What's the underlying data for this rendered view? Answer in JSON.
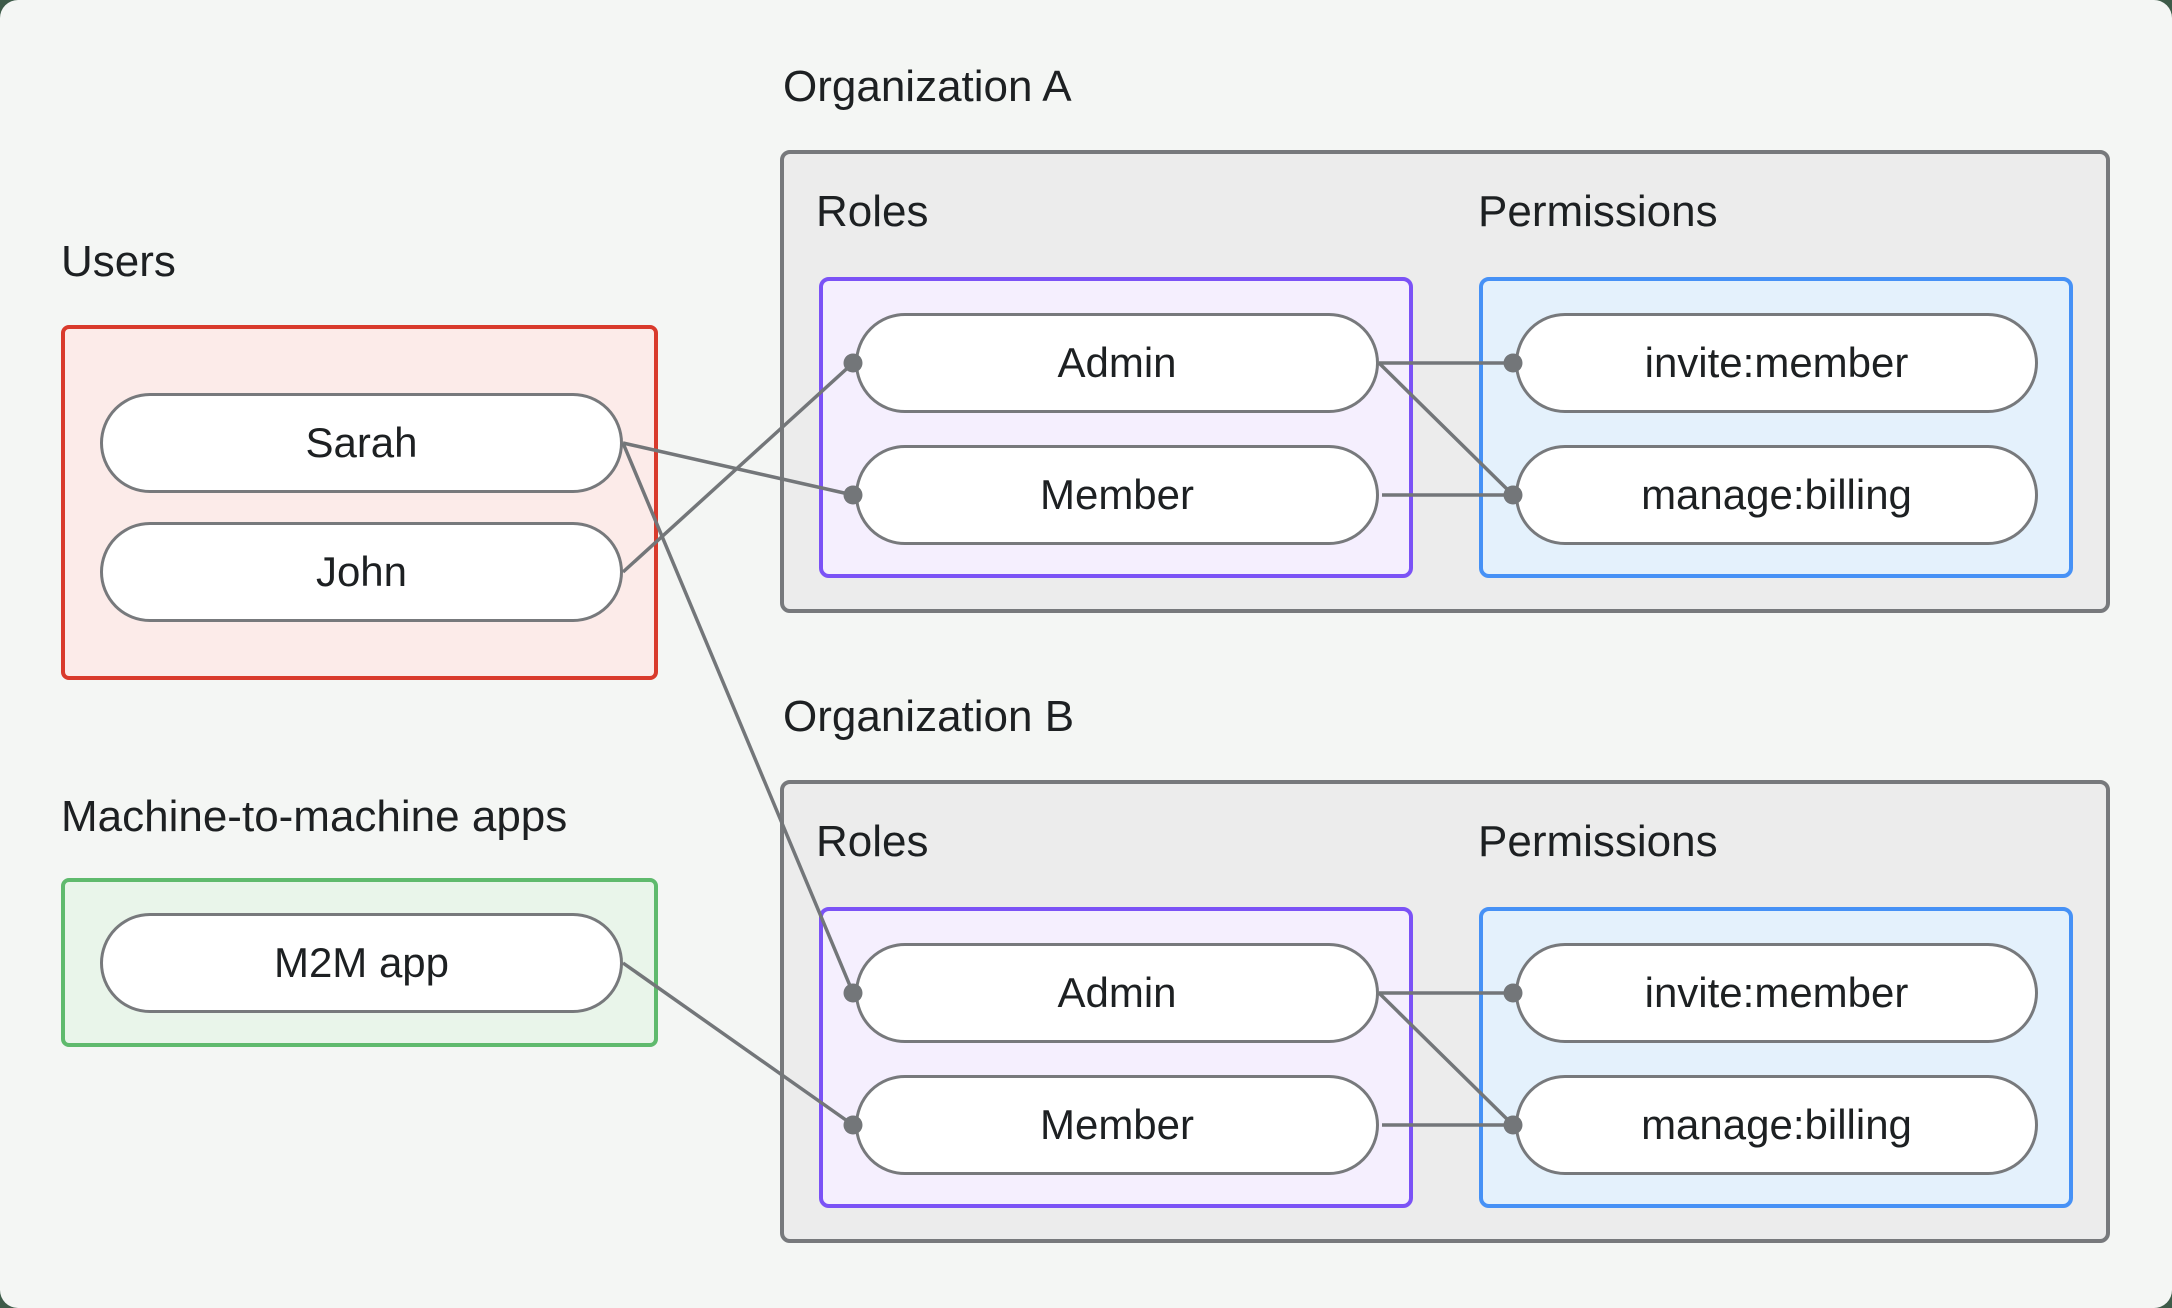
{
  "groups": {
    "users": {
      "label": "Users",
      "items": [
        "Sarah",
        "John"
      ],
      "border_color": "#d93a2c",
      "fill_color": "#fcebe9"
    },
    "m2m": {
      "label": "Machine-to-machine apps",
      "items": [
        "M2M app"
      ],
      "border_color": "#5fba6d",
      "fill_color": "#e9f5ea"
    }
  },
  "organizations": [
    {
      "title": "Organization A",
      "roles_label": "Roles",
      "permissions_label": "Permissions",
      "roles": [
        "Admin",
        "Member"
      ],
      "permissions": [
        "invite:member",
        "manage:billing"
      ]
    },
    {
      "title": "Organization B",
      "roles_label": "Roles",
      "permissions_label": "Permissions",
      "roles": [
        "Admin",
        "Member"
      ],
      "permissions": [
        "invite:member",
        "manage:billing"
      ]
    }
  ],
  "connections": [
    {
      "from": "Sarah",
      "to": "Organization A / Member"
    },
    {
      "from": "Sarah",
      "to": "Organization B / Admin"
    },
    {
      "from": "John",
      "to": "Organization A / Admin"
    },
    {
      "from": "M2M app",
      "to": "Organization B / Member"
    },
    {
      "from": "Organization A / Admin",
      "to": "invite:member"
    },
    {
      "from": "Organization A / Admin",
      "to": "manage:billing"
    },
    {
      "from": "Organization A / Member",
      "to": "manage:billing"
    },
    {
      "from": "Organization B / Admin",
      "to": "invite:member"
    },
    {
      "from": "Organization B / Admin",
      "to": "manage:billing"
    },
    {
      "from": "Organization B / Member",
      "to": "manage:billing"
    }
  ],
  "colors": {
    "canvas_background": "#f4f6f4",
    "outer_background": "#3e5b49",
    "org_box_fill": "#ececec",
    "org_box_border": "#77797c",
    "roles_fill": "#f5effe",
    "roles_border": "#7b52f6",
    "permissions_fill": "#e4f1fc",
    "permissions_border": "#4691f6",
    "wire_color": "#737679",
    "text_color": "#1d2022"
  }
}
